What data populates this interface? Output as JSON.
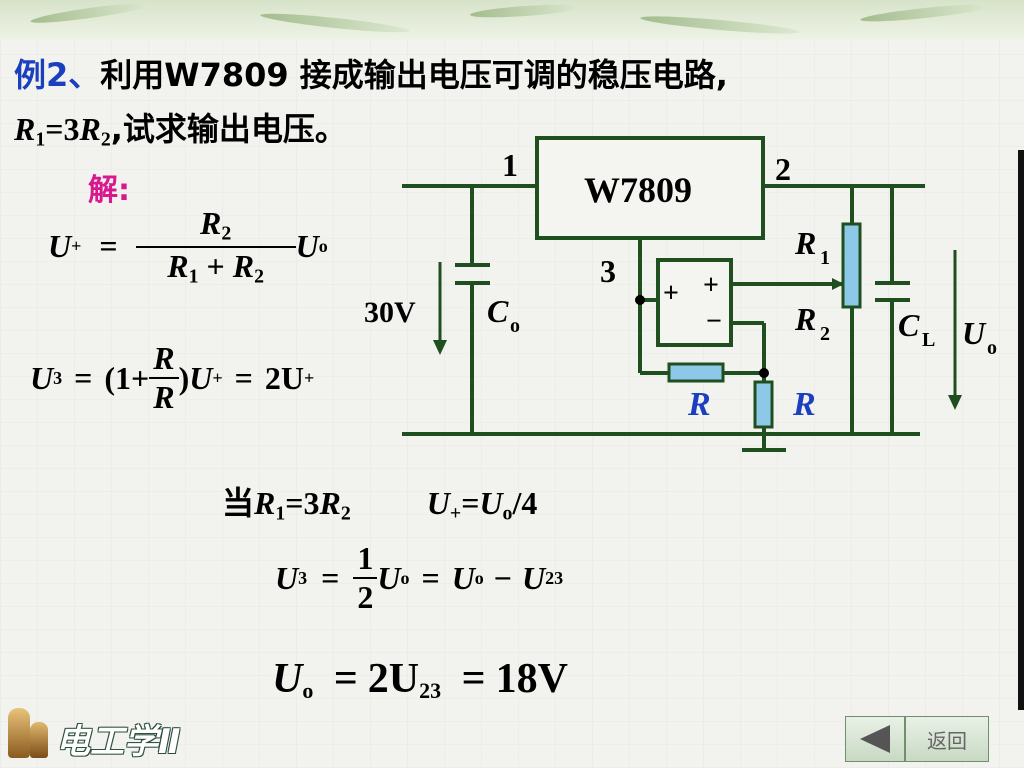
{
  "problem": {
    "label": "例2、",
    "line1": "利用W7809 接成输出电压可调的稳压电路,",
    "line2_r1": "R",
    "line2_r1_sub": "1",
    "line2_mid": "=3",
    "line2_r2": "R",
    "line2_r2_sub": "2",
    "line2_tail": ",试求输出电压。"
  },
  "solution": {
    "label": "解:",
    "eq1": {
      "lhs": "U",
      "lhs_sub": "+",
      "eq": "=",
      "num": "R",
      "num_sub": "2",
      "den_a": "R",
      "den_a_sub": "1",
      "den_plus": "+",
      "den_b": "R",
      "den_b_sub": "2",
      "rhs": "U",
      "rhs_sub": "o"
    },
    "eq2": {
      "lhs": "U",
      "lhs_sub": "3",
      "eq": "=",
      "open": "(1+",
      "num": "R",
      "den": "R",
      "close": ")",
      "u": "U",
      "u_sub": "+",
      "eq2": "=",
      "rhs": "2U",
      "rhs_sub": "+"
    },
    "cond": {
      "prefix": "当",
      "r1": "R",
      "r1_sub": "1",
      "mid": "=3",
      "r2": "R",
      "r2_sub": "2",
      "u": "U",
      "u_sub": "+",
      "eq": "=",
      "uo": "U",
      "uo_sub": "o",
      "tail": "/4"
    },
    "eq3": {
      "lhs": "U",
      "lhs_sub": "3",
      "eq": "=",
      "num": "1",
      "den": "2",
      "u": "U",
      "u_sub": "o",
      "eq2": "=",
      "u2": "U",
      "u2_sub": "o",
      "minus": "−",
      "u3": "U",
      "u3_sub": "23"
    },
    "eq4": {
      "lhs": "U",
      "lhs_sub": "o",
      "eq": "=",
      "mid": "2U",
      "mid_sub": "23",
      "eq2": "=",
      "rhs": "18V"
    }
  },
  "circuit": {
    "chip": "W7809",
    "pin1": "1",
    "pin2": "2",
    "pin3": "3",
    "input_voltage": "30V",
    "c_in": "C",
    "c_in_sub": "o",
    "r1": "R",
    "r1_sub": "1",
    "r2": "R",
    "r2_sub": "2",
    "c_out": "C",
    "c_out_sub": "L",
    "u_out": "U",
    "u_out_sub": "o",
    "opamp_plus": "+",
    "opamp_minus": "−",
    "junction_plus": "+",
    "r_feedback": "R",
    "r_ground": "R"
  },
  "footer": {
    "logo": "电工学Ⅱ",
    "back_label": "返回"
  },
  "colors": {
    "wire": "#1f4f1f",
    "resistor_fill": "#8ec8e8",
    "blue_text": "#1a3fbf",
    "magenta_text": "#d9178f"
  }
}
